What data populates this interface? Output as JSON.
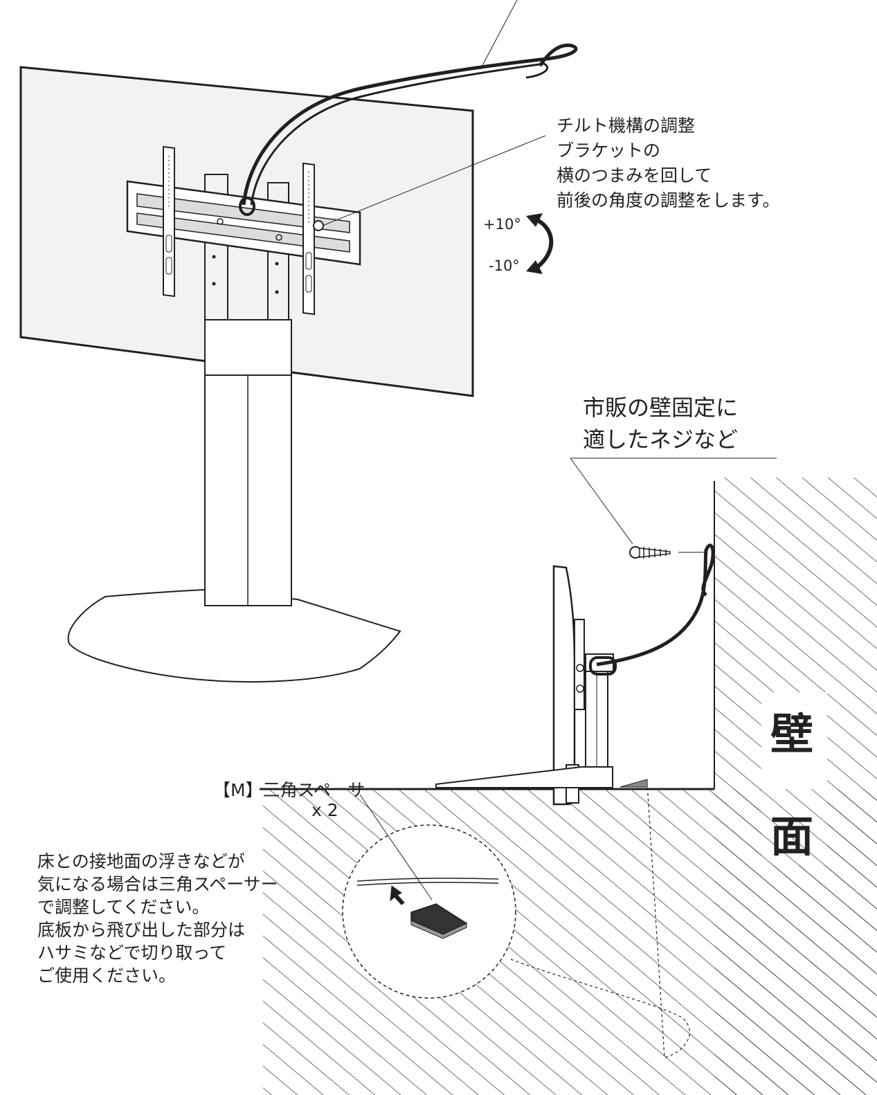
{
  "tilt_note": {
    "lines": [
      "チルト機構の調整",
      "ブラケットの",
      "横のつまみを回して",
      "前後の角度の調整をします。"
    ]
  },
  "tilt_range": {
    "plus": "+10°",
    "minus": "-10°"
  },
  "screw_note": {
    "lines": [
      "市販の壁固定に",
      "適したネジなど"
    ]
  },
  "spacer": {
    "title": "【M】三角スペーサー",
    "quantity": "x 2"
  },
  "spacer_note": {
    "lines": [
      "床との接地面の浮きなどが",
      "気になる場合は三角スペーサー",
      "で調整してください。",
      "底板から飛び出した部分は",
      "ハサミなどで切り取って",
      "ご使用ください。"
    ]
  },
  "wall_label": {
    "top": "壁",
    "bottom": "面"
  },
  "colors": {
    "line": "#231f20",
    "screen": "#f2f2f2",
    "hatch": "#231f20"
  }
}
